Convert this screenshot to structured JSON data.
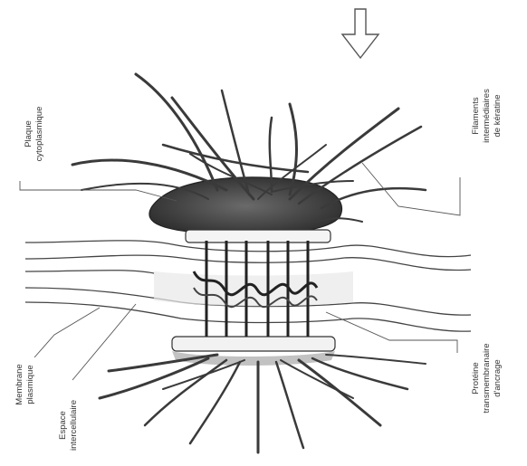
{
  "labels": {
    "plaque_line1": "Plaque",
    "plaque_line2": "cytoplasmique",
    "filaments_line1": "Filaments",
    "filaments_line2": "intermédiaires",
    "filaments_line3": "de kératine",
    "membrane_line1": "Membrane",
    "membrane_line2": "plasmique",
    "espace_line1": "Espace",
    "espace_line2": "intercellulaire",
    "proteine_line1": "Protéine",
    "proteine_line2": "transmembranaire",
    "proteine_line3": "d'ancrage"
  },
  "arrow": {
    "direction": "down"
  }
}
